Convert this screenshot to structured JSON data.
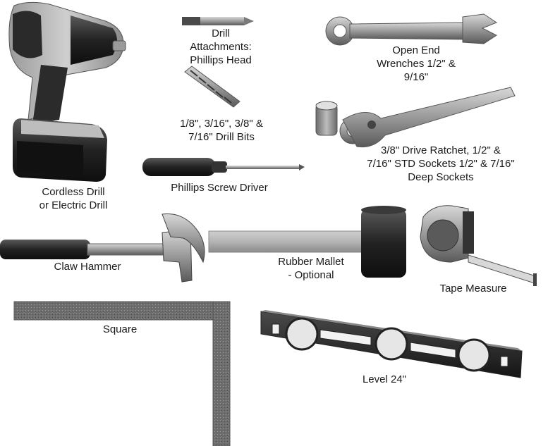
{
  "tools": [
    {
      "id": "drill",
      "lines": [
        "Cordless Drill",
        "or Electric Drill"
      ]
    },
    {
      "id": "drill-attachments",
      "lines": [
        "Drill",
        "Attachments:",
        "Phillips Head"
      ]
    },
    {
      "id": "drill-bits",
      "lines": [
        "1/8\", 3/16\", 3/8\" &",
        "7/16\" Drill Bits"
      ]
    },
    {
      "id": "screwdriver",
      "lines": [
        "Phillips Screw Driver"
      ]
    },
    {
      "id": "wrenches",
      "lines": [
        "Open End",
        "Wrenches 1/2\" &",
        "9/16\""
      ]
    },
    {
      "id": "ratchet",
      "lines": [
        "3/8\" Drive Ratchet, 1/2\" &",
        "7/16\" STD Sockets 1/2\" & 7/16\"",
        "Deep Sockets"
      ]
    },
    {
      "id": "claw-hammer",
      "lines": [
        "Claw Hammer"
      ]
    },
    {
      "id": "rubber-mallet",
      "lines": [
        "Rubber Mallet",
        "- Optional"
      ]
    },
    {
      "id": "tape-measure",
      "lines": [
        "Tape Measure"
      ]
    },
    {
      "id": "square",
      "lines": [
        "Square"
      ]
    },
    {
      "id": "level",
      "lines": [
        "Level 24\""
      ]
    }
  ]
}
